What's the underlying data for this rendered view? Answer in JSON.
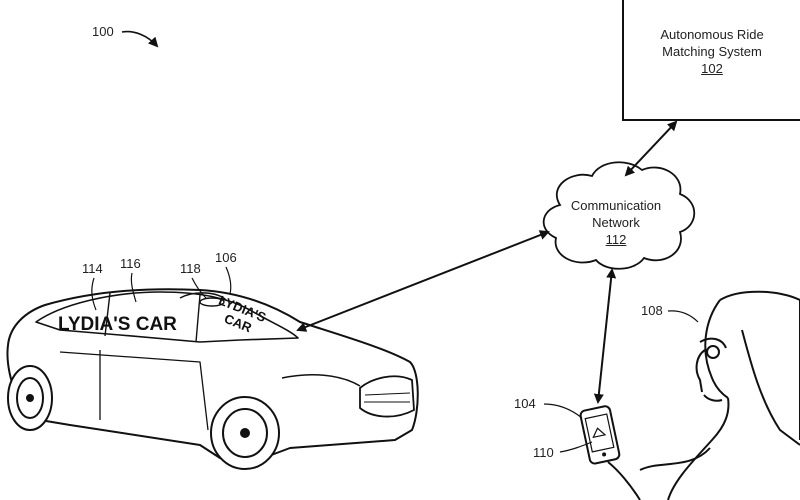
{
  "figure_ref": "100",
  "system": {
    "line1": "Autonomous Ride",
    "line2": "Matching System",
    "ref": "102"
  },
  "network": {
    "line1": "Communication",
    "line2": "Network",
    "ref": "112"
  },
  "vehicle": {
    "ref": "106",
    "windshield_label": "LYDIA'S CAR",
    "roof_label_line1": "LYDIA'S",
    "roof_label_line2": "CAR"
  },
  "component_refs": {
    "display": "114",
    "sensor": "116",
    "light": "118"
  },
  "requestor": {
    "ref": "108"
  },
  "device": {
    "ref": "104",
    "app_ref": "110"
  }
}
